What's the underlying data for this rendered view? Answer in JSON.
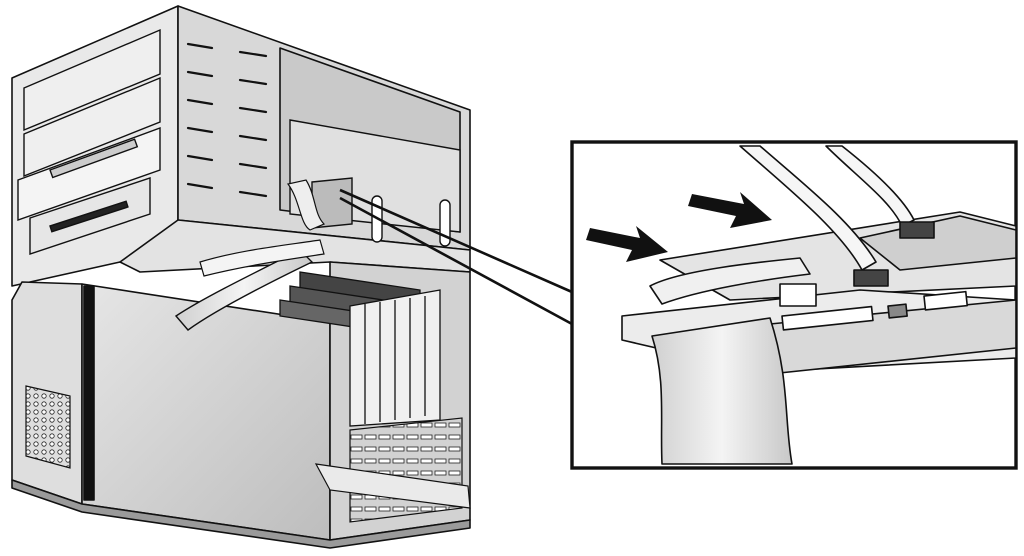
{
  "figure": {
    "subject": "computer-tower-drive-cable-installation",
    "style": "black-and-white line illustration",
    "callouts": {
      "arrow_count": 2,
      "zoom_inset": true
    }
  }
}
